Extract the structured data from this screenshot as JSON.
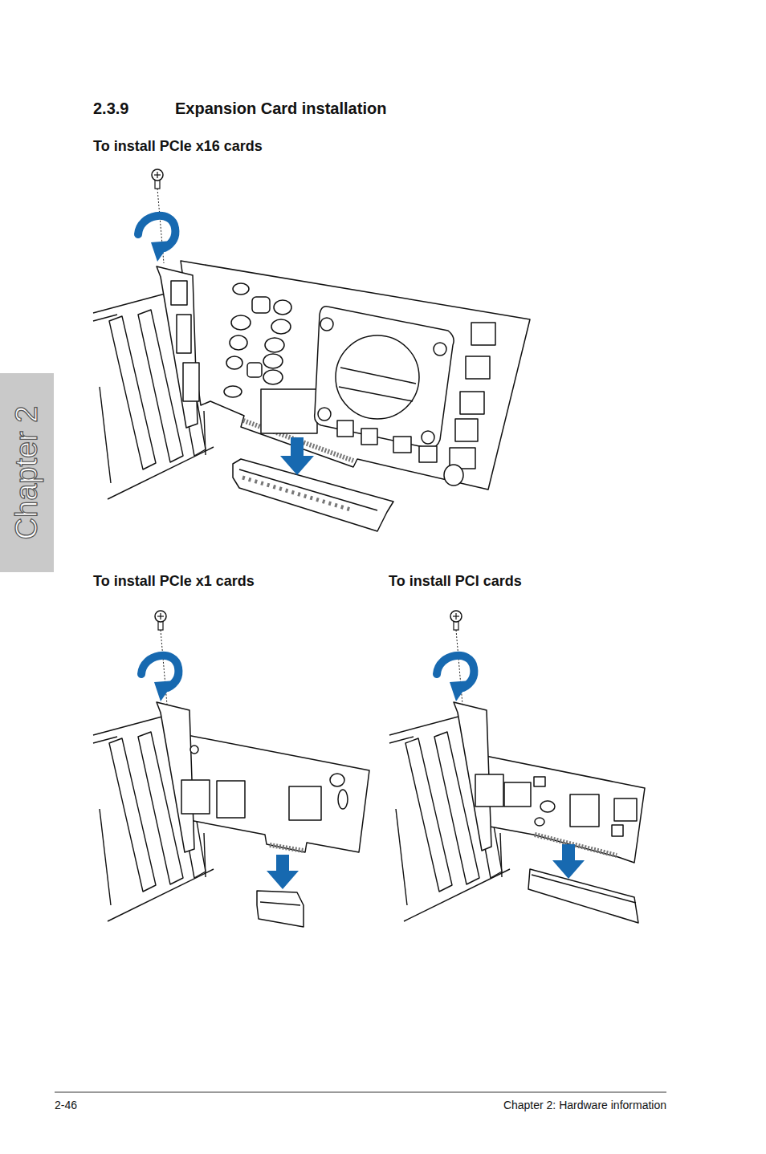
{
  "diagram": {
    "title": "Expansion Card installation",
    "labels": [
      "2.3.9",
      "To install PCIe x16 cards",
      "To install PCIe x1 cards",
      "To install PCI cards",
      "Chapter 2",
      "2-46",
      "Chapter 2: Hardware information"
    ]
  }
}
